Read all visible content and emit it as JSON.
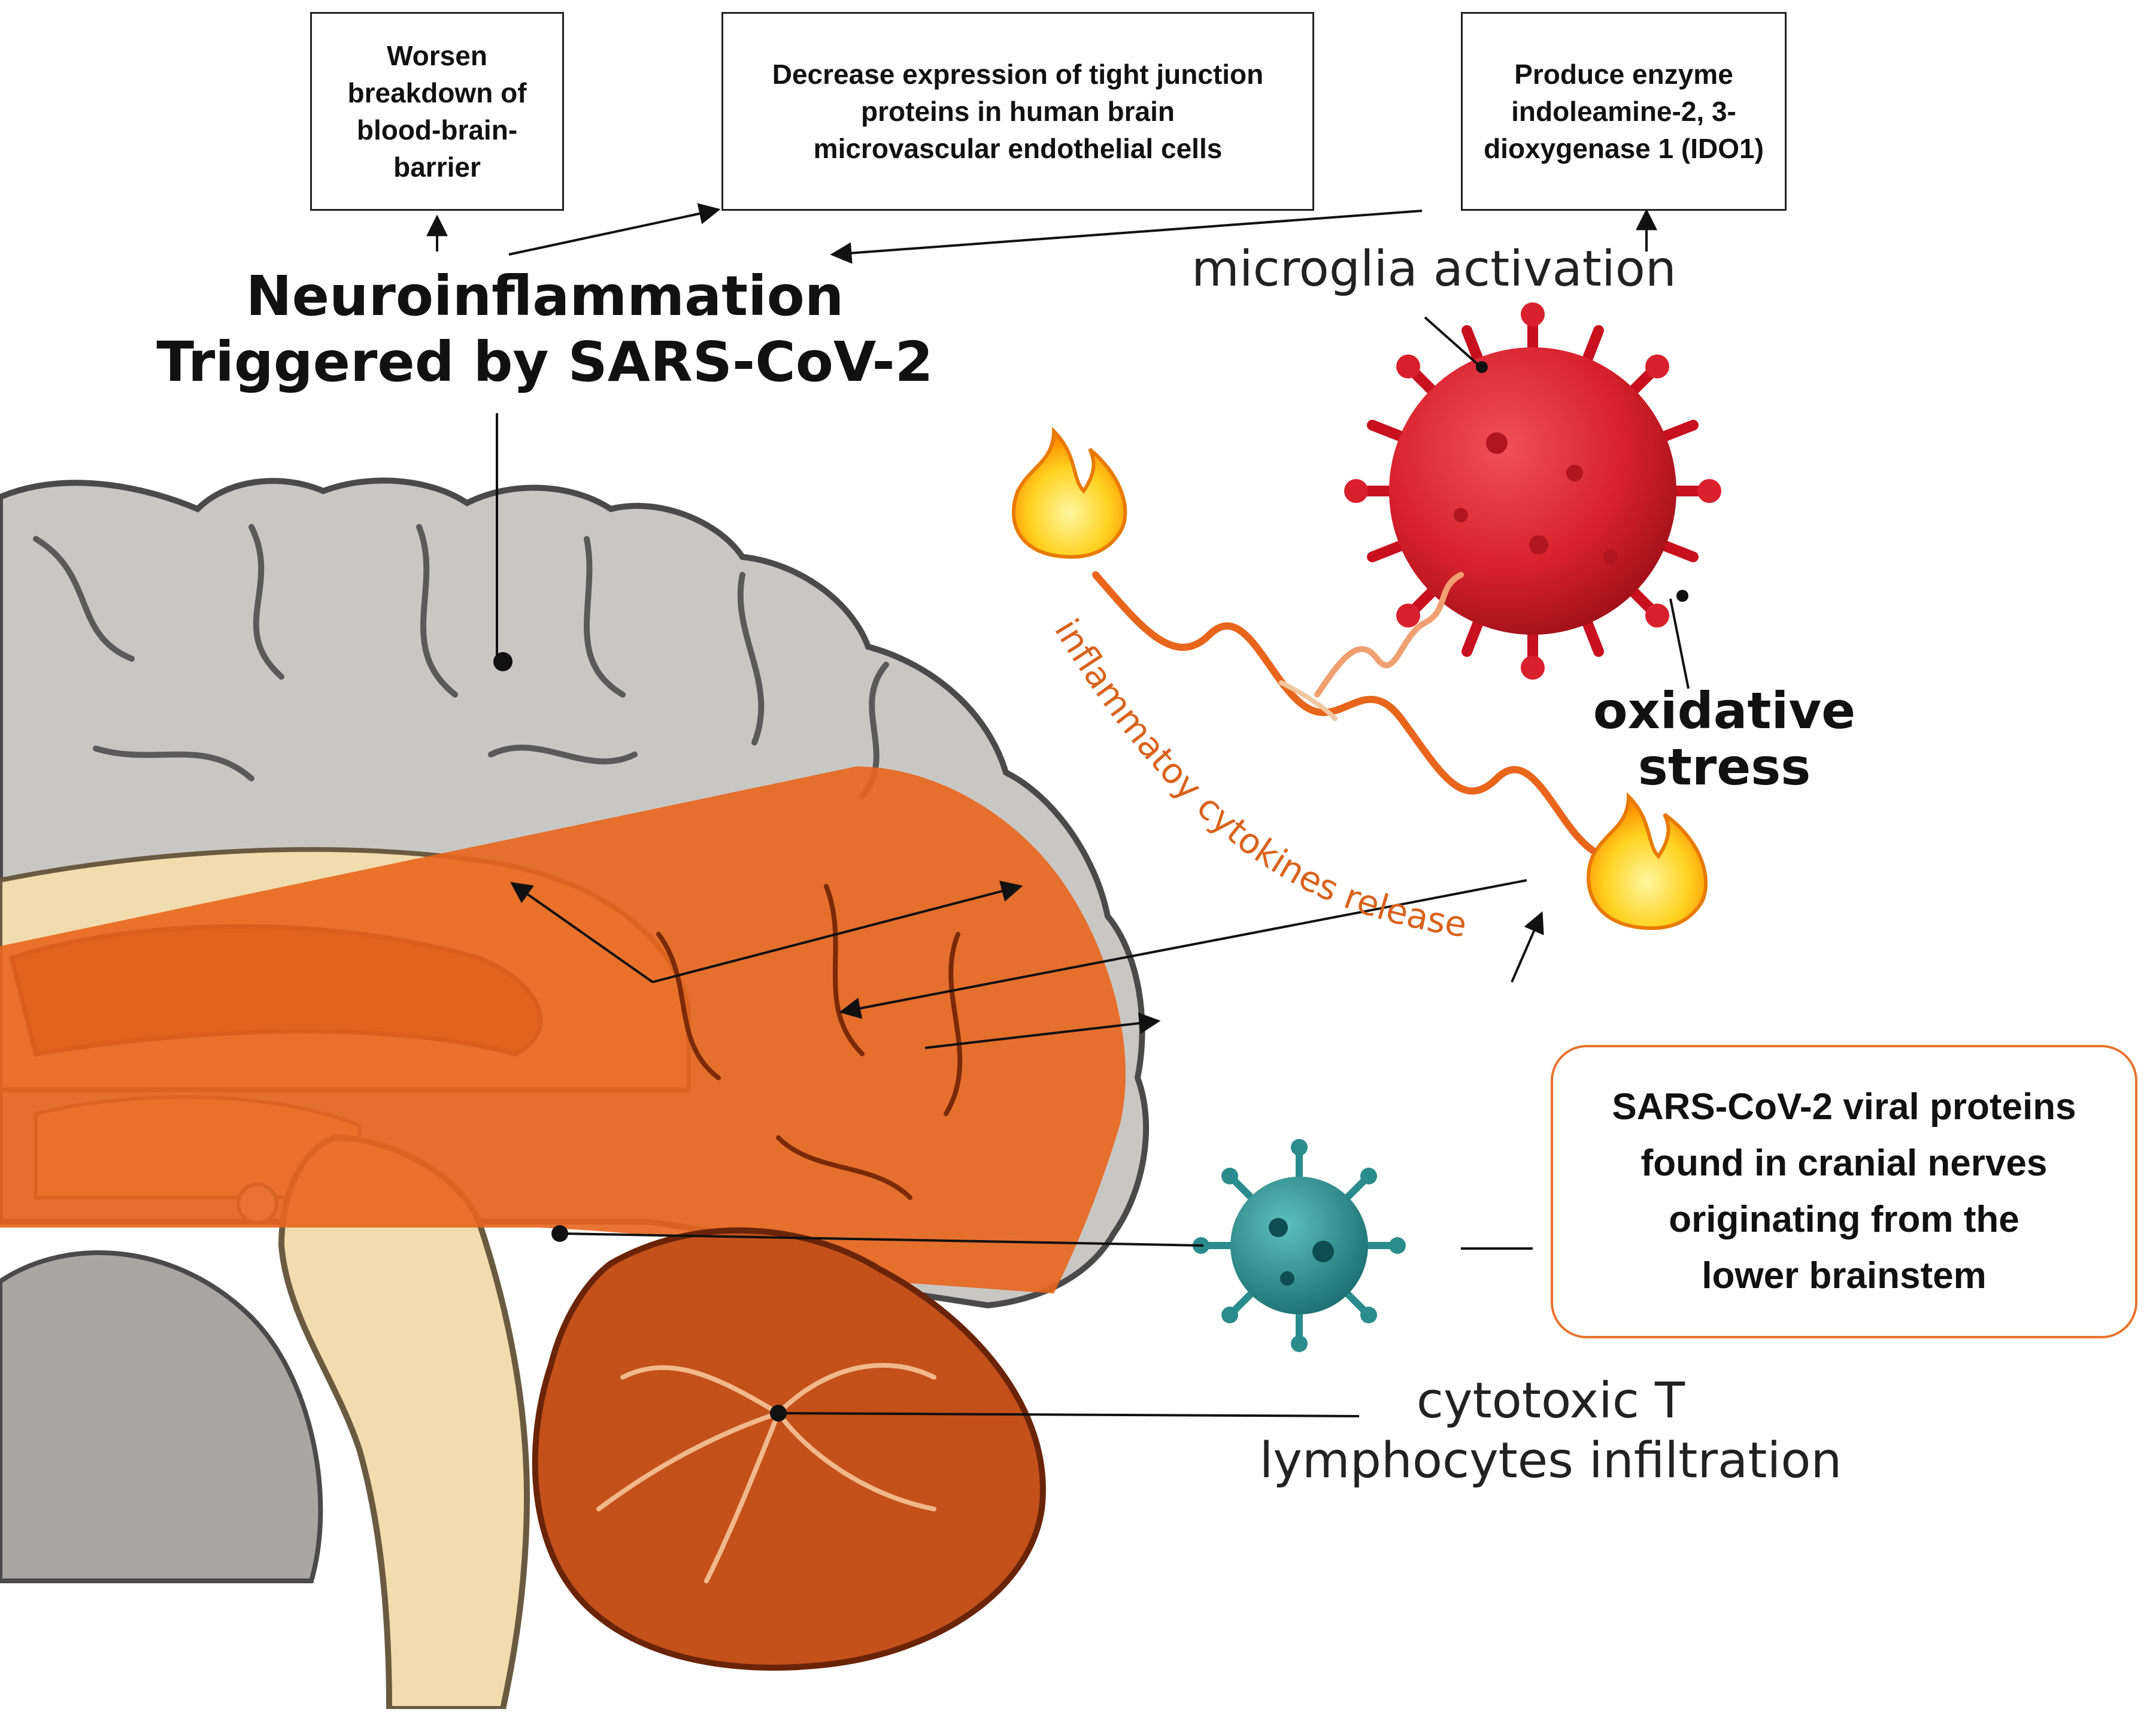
{
  "boxes": {
    "bbb": "Worsen\nbreakdown of\nblood-brain-\nbarrier",
    "tight_junction": "Decrease expression of tight junction\nproteins in human brain\nmicrovascular endothelial cells",
    "ido1": "Produce enzyme\nindoleamine-2, 3-\ndioxygenase 1 (IDO1)"
  },
  "title": "Neuroinflammation\nTriggered by SARS-CoV-2",
  "labels": {
    "microglia": "microglia activation",
    "oxidative": "oxidative\nstress",
    "cytokines": "inflammatoy cytokines release",
    "tcells": "cytotoxic T\nlymphocytes infiltration"
  },
  "callout": "SARS-CoV-2 viral proteins\nfound in cranial nerves\noriginating from the\nlower brainstem",
  "colors": {
    "cortex_gray": "#c9c7c4",
    "highlight_orange": "#e8651c",
    "cerebellum": "#c4501a",
    "brainstem": "#f1dcae",
    "red_virus": "#d8212c",
    "teal_virus": "#2a8c8c",
    "callout_border": "#e8742c"
  }
}
